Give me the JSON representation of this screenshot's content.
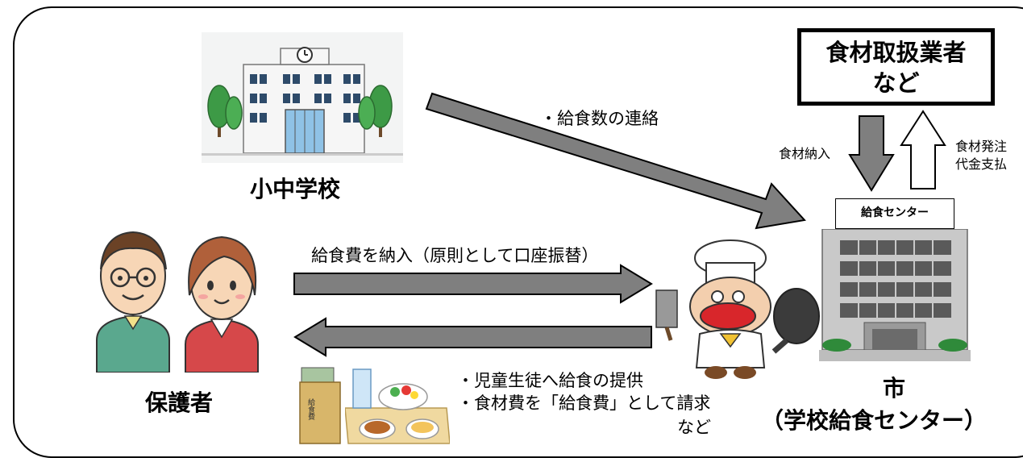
{
  "school": {
    "label": "小中学校"
  },
  "parents": {
    "label": "保護者"
  },
  "vendor": {
    "line1": "食材取扱業者",
    "line2": "など"
  },
  "city": {
    "sign": "給食センター",
    "label_line1": "市",
    "label_line2": "（学校給食センター）"
  },
  "flows": {
    "meal_count": "・給食数の連絡",
    "delivery": "食材納入",
    "order_line1": "食材発注",
    "order_line2": "代金支払",
    "fee_payment": "給食費を納入（原則として口座振替）",
    "provide_line1": "・児童生徒へ給食の提供",
    "provide_line2": "・食材費を「給食費」として請求",
    "provide_line3": "など"
  },
  "envelope_text": "給食費"
}
